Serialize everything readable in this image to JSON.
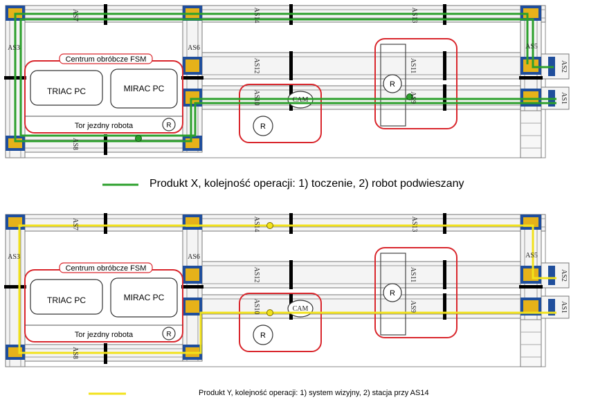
{
  "colors": {
    "route_x": "#2ca02c",
    "route_y": "#f2e21b",
    "highlight": "#d9262c",
    "conveyor_end": "#1f4e9c",
    "conveyor_end_inner": "#e6b21a",
    "rail": "#7f7f7f",
    "rail_fill": "#eeeeee"
  },
  "diagram_top": {
    "fsm_title": "Centrum obróbcze FSM",
    "triac": "TRIAC PC",
    "mirac": "MIRAC PC",
    "robot_track": "Tor jezdny robota",
    "robot_symbol": "R",
    "camera": "CAM",
    "stations": {
      "as1": "AS1",
      "as2": "AS2",
      "as3": "AS3",
      "as5": "AS5",
      "as6": "AS6",
      "as7": "AS7",
      "as8": "AS8",
      "as9": "AS9",
      "as10": "AS10",
      "as11": "AS11",
      "as12": "AS12",
      "as13": "AS13",
      "as14": "AS14"
    }
  },
  "diagram_bottom": {
    "fsm_title": "Centrum obróbcze FSM",
    "triac": "TRIAC PC",
    "mirac": "MIRAC PC",
    "robot_track": "Tor jezdny robota",
    "robot_symbol": "R",
    "camera": "CAM",
    "stations": {
      "as1": "AS1",
      "as2": "AS2",
      "as3": "AS3",
      "as5": "AS5",
      "as6": "AS6",
      "as7": "AS7",
      "as8": "AS8",
      "as9": "AS9",
      "as10": "AS10",
      "as11": "AS11",
      "as12": "AS12",
      "as13": "AS13",
      "as14": "AS14"
    }
  },
  "legend": {
    "product_x": "Produkt X, kolejność operacji: 1) toczenie, 2) robot podwieszany",
    "product_y": "Produkt Y, kolejność operacji: 1) system wizyjny, 2) stacja przy AS14"
  }
}
